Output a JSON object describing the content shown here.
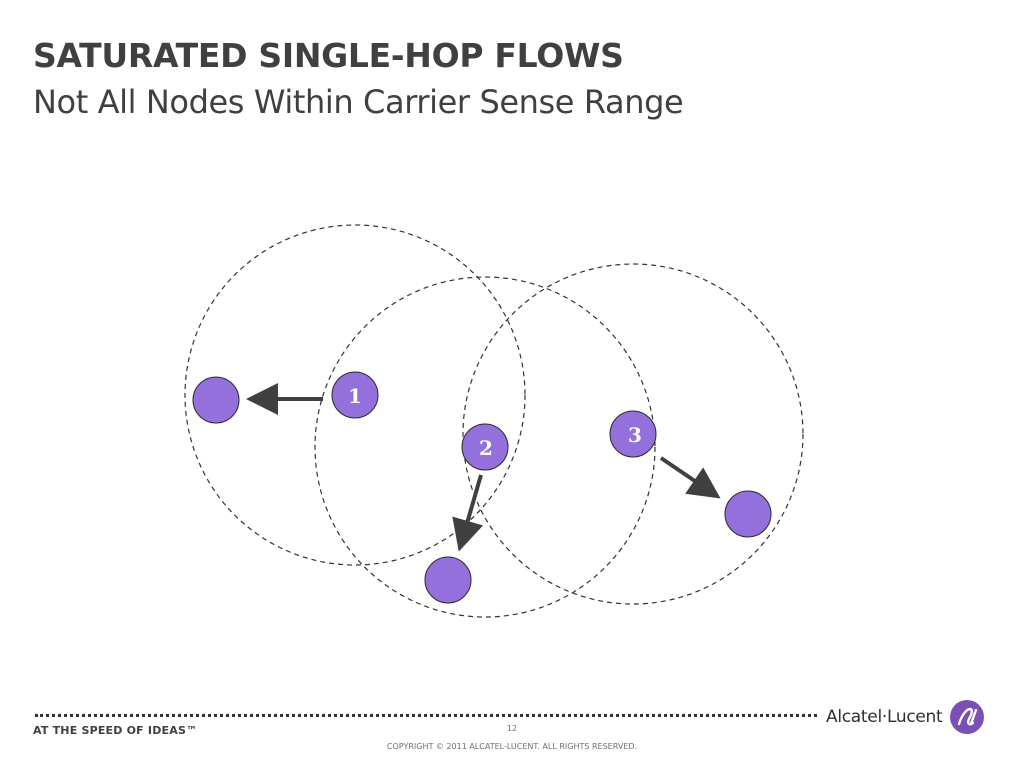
{
  "slide": {
    "title": "SATURATED SINGLE-HOP FLOWS",
    "subtitle": "Not All Nodes Within Carrier Sense Range"
  },
  "diagram": {
    "node_color": "#9370DB",
    "arrow_color": "#404040",
    "range_circle_color": "#333333",
    "labels": {
      "node1": "1",
      "node2": "2",
      "node3": "3"
    }
  },
  "footer": {
    "tagline": "AT THE SPEED OF IDEAS™",
    "page_number": "12",
    "copyright": "COPYRIGHT © 2011 ALCATEL-LUCENT.  ALL RIGHTS RESERVED.",
    "logo_text": "Alcatel·Lucent",
    "logo_color": "#7B4FB5"
  }
}
